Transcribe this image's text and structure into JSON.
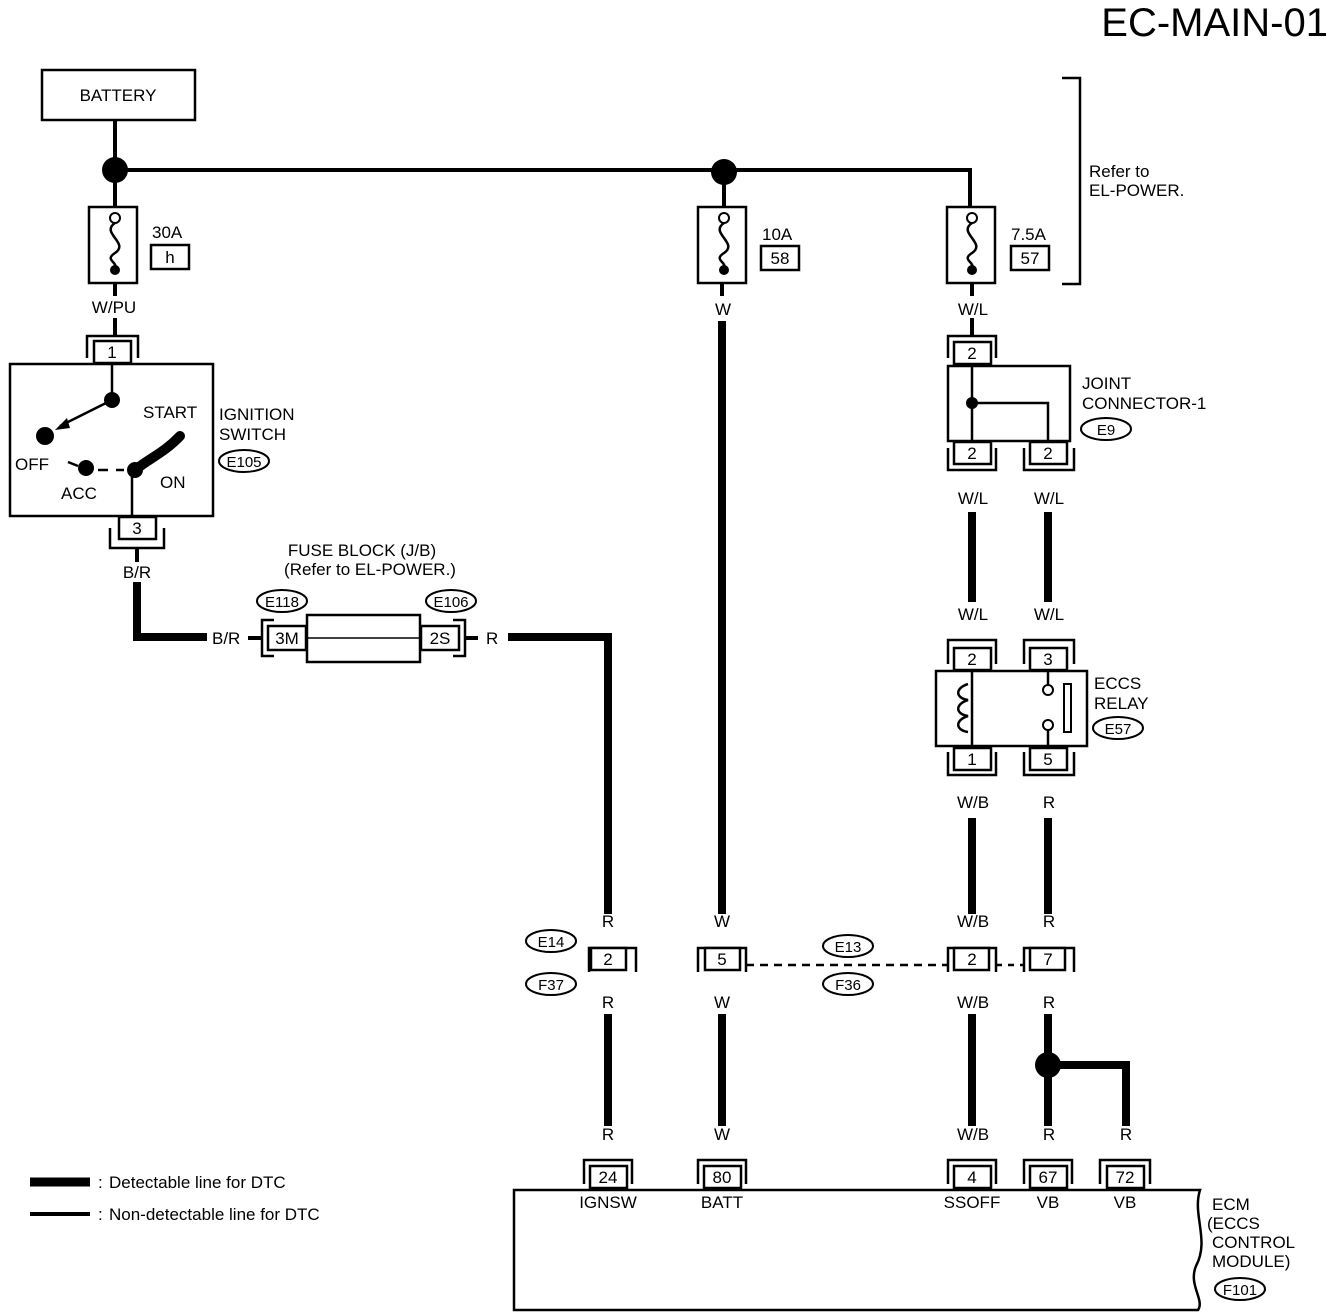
{
  "title": "EC-MAIN-01",
  "battery": "BATTERY",
  "refer_note": [
    "Refer to",
    "EL-POWER."
  ],
  "fuses": [
    {
      "rating": "30A",
      "id": "h"
    },
    {
      "rating": "10A",
      "id": "58"
    },
    {
      "rating": "7.5A",
      "id": "57"
    }
  ],
  "ignition": {
    "name": [
      "IGNITION",
      "SWITCH"
    ],
    "connector": "E105",
    "pin_in": "1",
    "pin_out": "3",
    "positions": [
      "START",
      "OFF",
      "ACC",
      "ON"
    ]
  },
  "fuse_block": {
    "name": "FUSE BLOCK (J/B)",
    "note": "(Refer to EL-POWER.)",
    "left_conn": "E118",
    "right_conn": "E106",
    "pin_left": "3M",
    "pin_right": "2S"
  },
  "joint_connector": {
    "name": [
      "JOINT",
      "CONNECTOR-1"
    ],
    "connector": "E9",
    "pin_top": "2",
    "pin_bottom_left": "2",
    "pin_bottom_right": "2"
  },
  "relay": {
    "name": [
      "ECCS",
      "RELAY"
    ],
    "connector": "E57",
    "pin_tl": "2",
    "pin_tr": "3",
    "pin_bl": "1",
    "pin_br": "5"
  },
  "harness": {
    "left_top": "E14",
    "left_bottom": "F37",
    "mid_top": "E13",
    "mid_bottom": "F36",
    "pin_r": "2",
    "pin_w": "5",
    "pin_wb": "2",
    "pin_r2": "7"
  },
  "wire_colors": {
    "wpu": "W/PU",
    "w": "W",
    "wl": "W/L",
    "br": "B/R",
    "r": "R",
    "wb": "W/B"
  },
  "ecm": {
    "name": [
      "ECM",
      "(ECCS",
      "CONTROL",
      "MODULE)"
    ],
    "connector": "F101",
    "pins": [
      {
        "num": "24",
        "name": "IGNSW"
      },
      {
        "num": "80",
        "name": "BATT"
      },
      {
        "num": "4",
        "name": "SSOFF"
      },
      {
        "num": "67",
        "name": "VB"
      },
      {
        "num": "72",
        "name": "VB"
      }
    ]
  },
  "legend": [
    "Detectable line for DTC",
    "Non-detectable line for DTC"
  ],
  "legend_prefix": ":"
}
